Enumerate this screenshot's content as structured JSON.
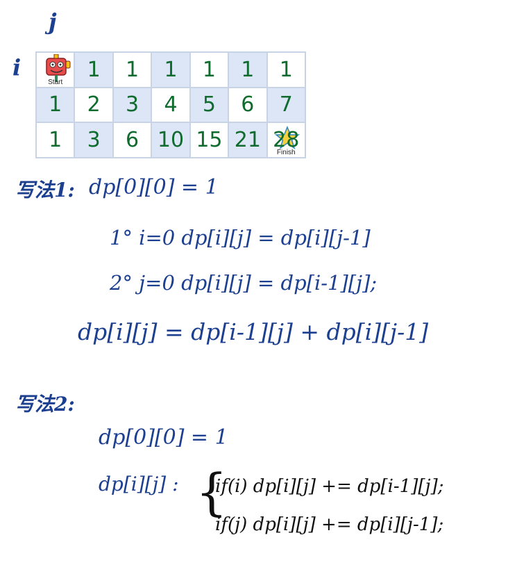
{
  "labels": {
    "j": "j",
    "i": "i"
  },
  "grid": {
    "rows": [
      [
        "",
        "1",
        "1",
        "1",
        "1",
        "1",
        "1"
      ],
      [
        "1",
        "2",
        "3",
        "4",
        "5",
        "6",
        "7"
      ],
      [
        "1",
        "3",
        "6",
        "10",
        "15",
        "21",
        "28"
      ]
    ],
    "start_label": "Start",
    "finish_label": "Finish"
  },
  "method1": {
    "title": "写法1:",
    "init": "dp[0][0] = 1",
    "case1": "1°  i=0   dp[i][j]  =  dp[i][j-1]",
    "case2": "2°  j=0   dp[i][j]  =  dp[i-1][j];",
    "general": "dp[i][j]  =  dp[i-1][j] + dp[i][j-1]"
  },
  "method2": {
    "title": "写法2:",
    "init": "dp[0][0] = 1",
    "lhs": "dp[i][j] :",
    "brace": "{",
    "line1": "if(i)   dp[i][j]   += dp[i-1][j];",
    "line2": "if(j)   dp[i][j]   += dp[i][j-1];"
  },
  "colors": {
    "ink": "#1c3f8f",
    "grid_numbers": "#0f6b2e",
    "shade": "#dce6f7"
  },
  "icons": [
    "robot-icon",
    "star-icon"
  ]
}
